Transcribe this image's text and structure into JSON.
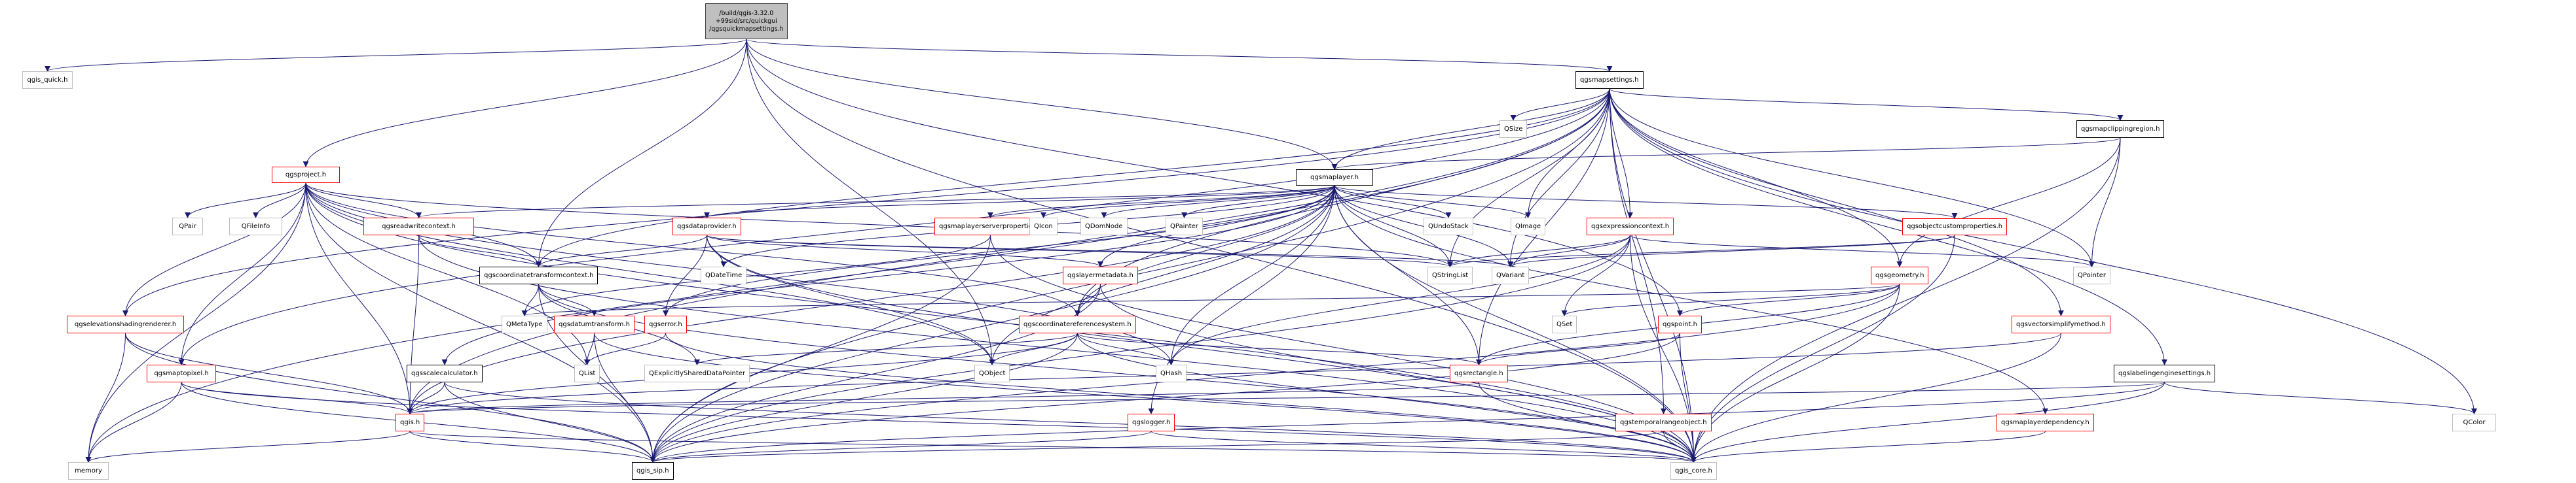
{
  "graph": {
    "title": "Include dependency graph for qgsquickmapsettings.h",
    "colors": {
      "edge": "#191970",
      "root_fill": "#bfbfbf",
      "documented_border": "#000000",
      "truncated_border": "#ff0000",
      "external_border": "#bfbfbf"
    },
    "nodes": [
      {
        "id": "root",
        "label": "/build/qgis-3.32.0\n+99sid/src/quickgui\n/qgsquickmapsettings.h",
        "kind": "root"
      },
      {
        "id": "qgis_quick",
        "label": "qgis_quick.h",
        "kind": "ext"
      },
      {
        "id": "qgsmapsettings",
        "label": "qgsmapsettings.h",
        "kind": "doc"
      },
      {
        "id": "qgsproject",
        "label": "qgsproject.h",
        "kind": "red"
      },
      {
        "id": "qgsmaplayer",
        "label": "qgsmaplayer.h",
        "kind": "doc"
      },
      {
        "id": "qgsmapclippingregion",
        "label": "qgsmapclippingregion.h",
        "kind": "doc"
      },
      {
        "id": "QSize",
        "label": "QSize",
        "kind": "ext"
      },
      {
        "id": "QPair",
        "label": "QPair",
        "kind": "ext"
      },
      {
        "id": "QFileInfo",
        "label": "QFileInfo",
        "kind": "ext"
      },
      {
        "id": "qgsreadwritecontext",
        "label": "qgsreadwritecontext.h",
        "kind": "red"
      },
      {
        "id": "qgsdataprovider",
        "label": "qgsdataprovider.h",
        "kind": "red"
      },
      {
        "id": "qgsmaplayerserverproperties",
        "label": "qgsmaplayerserverproperties.h",
        "kind": "red"
      },
      {
        "id": "QIcon",
        "label": "QIcon",
        "kind": "ext"
      },
      {
        "id": "QDomNode",
        "label": "QDomNode",
        "kind": "ext"
      },
      {
        "id": "QPainter",
        "label": "QPainter",
        "kind": "ext"
      },
      {
        "id": "QUndoStack",
        "label": "QUndoStack",
        "kind": "ext"
      },
      {
        "id": "QImage",
        "label": "QImage",
        "kind": "ext"
      },
      {
        "id": "qgsexpressioncontext",
        "label": "qgsexpressioncontext.h",
        "kind": "red"
      },
      {
        "id": "qgsobjectcustomproperties",
        "label": "qgsobjectcustomproperties.h",
        "kind": "red"
      },
      {
        "id": "QPointer",
        "label": "QPointer",
        "kind": "ext"
      },
      {
        "id": "qgscoordinatetransformcontext",
        "label": "qgscoordinatetransformcontext.h",
        "kind": "doc"
      },
      {
        "id": "QDateTime",
        "label": "QDateTime",
        "kind": "ext"
      },
      {
        "id": "qgslayermetadata",
        "label": "qgslayermetadata.h",
        "kind": "red"
      },
      {
        "id": "QStringList",
        "label": "QStringList",
        "kind": "ext"
      },
      {
        "id": "QVariant",
        "label": "QVariant",
        "kind": "ext"
      },
      {
        "id": "qgsgeometry",
        "label": "qgsgeometry.h",
        "kind": "red"
      },
      {
        "id": "qgselevationshadingrenderer",
        "label": "qgselevationshadingrenderer.h",
        "kind": "red"
      },
      {
        "id": "QMetaType",
        "label": "QMetaType",
        "kind": "ext"
      },
      {
        "id": "qgsdatumtransform",
        "label": "qgsdatumtransform.h",
        "kind": "red"
      },
      {
        "id": "qgserror",
        "label": "qgserror.h",
        "kind": "red"
      },
      {
        "id": "qgscoordinatereferencesystem",
        "label": "qgscoordinatereferencesystem.h",
        "kind": "red"
      },
      {
        "id": "QSet",
        "label": "QSet",
        "kind": "ext"
      },
      {
        "id": "qgspoint",
        "label": "qgspoint.h",
        "kind": "red"
      },
      {
        "id": "qgsvectorsimplifymethod",
        "label": "qgsvectorsimplifymethod.h",
        "kind": "red"
      },
      {
        "id": "qgsmaptopixel",
        "label": "qgsmaptopixel.h",
        "kind": "red"
      },
      {
        "id": "qgsscalecalculator",
        "label": "qgsscalecalculator.h",
        "kind": "doc"
      },
      {
        "id": "QList",
        "label": "QList",
        "kind": "ext"
      },
      {
        "id": "QExplicitlySharedDataPointer",
        "label": "QExplicitlySharedDataPointer",
        "kind": "ext"
      },
      {
        "id": "QObject",
        "label": "QObject",
        "kind": "ext"
      },
      {
        "id": "QHash",
        "label": "QHash",
        "kind": "ext"
      },
      {
        "id": "qgsrectangle",
        "label": "qgsrectangle.h",
        "kind": "red"
      },
      {
        "id": "qgslabelingenginesettings",
        "label": "qgslabelingenginesettings.h",
        "kind": "doc"
      },
      {
        "id": "QColor",
        "label": "QColor",
        "kind": "ext"
      },
      {
        "id": "qgis",
        "label": "qgis.h",
        "kind": "red"
      },
      {
        "id": "qgslogger",
        "label": "qgslogger.h",
        "kind": "red"
      },
      {
        "id": "qgstemporalrangeobject",
        "label": "qgstemporalrangeobject.h",
        "kind": "red"
      },
      {
        "id": "qgsmaplayerdependency",
        "label": "qgsmaplayerdependency.h",
        "kind": "red"
      },
      {
        "id": "memory",
        "label": "memory",
        "kind": "ext"
      },
      {
        "id": "qgis_sip",
        "label": "qgis_sip.h",
        "kind": "doc"
      },
      {
        "id": "qgis_core",
        "label": "qgis_core.h",
        "kind": "ext"
      }
    ],
    "edges": [
      [
        "root",
        "qgis_quick"
      ],
      [
        "root",
        "qgsmapsettings"
      ],
      [
        "root",
        "qgsproject"
      ],
      [
        "root",
        "qgsmaplayer"
      ],
      [
        "root",
        "qgscoordinatetransformcontext"
      ],
      [
        "root",
        "QObject"
      ],
      [
        "root",
        "qgspoint"
      ],
      [
        "root",
        "qgis_core"
      ],
      [
        "qgsmapsettings",
        "QSize"
      ],
      [
        "qgsmapsettings",
        "qgsmaplayer"
      ],
      [
        "qgsmapsettings",
        "qgsmapclippingregion"
      ],
      [
        "qgsmapsettings",
        "QImage"
      ],
      [
        "qgsmapsettings",
        "QStringList"
      ],
      [
        "qgsmapsettings",
        "QVariant"
      ],
      [
        "qgsmapsettings",
        "qgsexpressioncontext"
      ],
      [
        "qgsmapsettings",
        "QPointer"
      ],
      [
        "qgsmapsettings",
        "qgsgeometry"
      ],
      [
        "qgsmapsettings",
        "qgscoordinatetransformcontext"
      ],
      [
        "qgsmapsettings",
        "qgsrectangle"
      ],
      [
        "qgsmapsettings",
        "qgsmaptopixel"
      ],
      [
        "qgsmapsettings",
        "qgslabelingenginesettings"
      ],
      [
        "qgsmapsettings",
        "QColor"
      ],
      [
        "qgsmapsettings",
        "qgsvectorsimplifymethod"
      ],
      [
        "qgsmapsettings",
        "qgstemporalrangeobject"
      ],
      [
        "qgsmapsettings",
        "qgselevationshadingrenderer"
      ],
      [
        "qgsmapsettings",
        "qgis_core"
      ],
      [
        "qgsmapsettings",
        "qgis_sip"
      ],
      [
        "qgsmapsettings",
        "qgis"
      ],
      [
        "qgsmapsettings",
        "memory"
      ],
      [
        "qgsmapsettings",
        "qgscoordinatereferencesystem"
      ],
      [
        "qgsmapclippingregion",
        "qgsmaplayer"
      ],
      [
        "qgsmapclippingregion",
        "QPointer"
      ],
      [
        "qgsmapclippingregion",
        "qgsgeometry"
      ],
      [
        "qgsmapclippingregion",
        "qgis_core"
      ],
      [
        "qgsproject",
        "QPair"
      ],
      [
        "qgsproject",
        "QFileInfo"
      ],
      [
        "qgsproject",
        "qgsreadwritecontext"
      ],
      [
        "qgsproject",
        "qgscoordinatetransformcontext"
      ],
      [
        "qgsproject",
        "qgselevationshadingrenderer"
      ],
      [
        "qgsproject",
        "QStringList"
      ],
      [
        "qgsproject",
        "QList"
      ],
      [
        "qgsproject",
        "QObject"
      ],
      [
        "qgsproject",
        "qgis"
      ],
      [
        "qgsproject",
        "memory"
      ],
      [
        "qgsproject",
        "qgis_sip"
      ],
      [
        "qgsproject",
        "qgis_core"
      ],
      [
        "qgsproject",
        "QHash"
      ],
      [
        "qgsproject",
        "qgscoordinatereferencesystem"
      ],
      [
        "qgsproject",
        "qgsmaptopixel"
      ],
      [
        "qgsmaplayer",
        "qgsreadwritecontext"
      ],
      [
        "qgsmaplayer",
        "qgsdataprovider"
      ],
      [
        "qgsmaplayer",
        "qgsmaplayerserverproperties"
      ],
      [
        "qgsmaplayer",
        "QIcon"
      ],
      [
        "qgsmaplayer",
        "QDomNode"
      ],
      [
        "qgsmaplayer",
        "QPainter"
      ],
      [
        "qgsmaplayer",
        "QUndoStack"
      ],
      [
        "qgsmaplayer",
        "QImage"
      ],
      [
        "qgsmaplayer",
        "qgsobjectcustomproperties"
      ],
      [
        "qgsmaplayer",
        "qgslayermetadata"
      ],
      [
        "qgsmaplayer",
        "QStringList"
      ],
      [
        "qgsmaplayer",
        "QVariant"
      ],
      [
        "qgsmaplayer",
        "qgserror"
      ],
      [
        "qgsmaplayer",
        "qgscoordinatereferencesystem"
      ],
      [
        "qgsmaplayer",
        "QObject"
      ],
      [
        "qgsmaplayer",
        "QHash"
      ],
      [
        "qgsmaplayer",
        "qgsrectangle"
      ],
      [
        "qgsmaplayer",
        "qgslogger"
      ],
      [
        "qgsmaplayer",
        "qgsmaplayerdependency"
      ],
      [
        "qgsmaplayer",
        "QDateTime"
      ],
      [
        "qgsmaplayer",
        "qgsscalecalculator"
      ],
      [
        "qgsmaplayer",
        "qgis"
      ],
      [
        "qgsmaplayer",
        "qgis_sip"
      ],
      [
        "qgsmaplayer",
        "qgis_core"
      ],
      [
        "qgsreadwritecontext",
        "qgscoordinatetransformcontext"
      ],
      [
        "qgsreadwritecontext",
        "qgis"
      ],
      [
        "qgsreadwritecontext",
        "qgis_core"
      ],
      [
        "qgsdataprovider",
        "QDateTime"
      ],
      [
        "qgsdataprovider",
        "qgscoordinatetransformcontext"
      ],
      [
        "qgsdataprovider",
        "QObject"
      ],
      [
        "qgsdataprovider",
        "QStringList"
      ],
      [
        "qgsdataprovider",
        "QVariant"
      ],
      [
        "qgsdataprovider",
        "qgserror"
      ],
      [
        "qgsdataprovider",
        "qgslayermetadata"
      ],
      [
        "qgsdataprovider",
        "qgis_core"
      ],
      [
        "qgsmaplayerserverproperties",
        "QMetaType"
      ],
      [
        "qgsmaplayerserverproperties",
        "qgis_sip"
      ],
      [
        "qgsmaplayerserverproperties",
        "qgis_core"
      ],
      [
        "qgsexpressioncontext",
        "QStringList"
      ],
      [
        "qgsexpressioncontext",
        "QVariant"
      ],
      [
        "qgsexpressioncontext",
        "QSet"
      ],
      [
        "qgsexpressioncontext",
        "qgis_core"
      ],
      [
        "qgsexpressioncontext",
        "qgis_sip"
      ],
      [
        "qgsexpressioncontext",
        "QHash"
      ],
      [
        "qgsexpressioncontext",
        "QPointer"
      ],
      [
        "qgsobjectcustomproperties",
        "QVariant"
      ],
      [
        "qgsobjectcustomproperties",
        "QStringList"
      ],
      [
        "qgsobjectcustomproperties",
        "qgis_core"
      ],
      [
        "qgscoordinatetransformcontext",
        "QMetaType"
      ],
      [
        "qgscoordinatetransformcontext",
        "qgsdatumtransform"
      ],
      [
        "qgscoordinatetransformcontext",
        "QExplicitlySharedDataPointer"
      ],
      [
        "qgscoordinatetransformcontext",
        "qgis_core"
      ],
      [
        "qgscoordinatetransformcontext",
        "qgis_sip"
      ],
      [
        "qgslayermetadata",
        "qgscoordinatereferencesystem"
      ],
      [
        "qgslayermetadata",
        "qgis_core"
      ],
      [
        "qgslayermetadata",
        "qgis_sip"
      ],
      [
        "qgsgeometry",
        "QSet"
      ],
      [
        "qgsgeometry",
        "qgspoint"
      ],
      [
        "qgsgeometry",
        "qgsrectangle"
      ],
      [
        "qgsgeometry",
        "QMetaType"
      ],
      [
        "qgsgeometry",
        "qgis_core"
      ],
      [
        "qgsgeometry",
        "qgis_sip"
      ],
      [
        "qgselevationshadingrenderer",
        "memory"
      ],
      [
        "qgselevationshadingrenderer",
        "qgis"
      ],
      [
        "qgselevationshadingrenderer",
        "qgis_sip"
      ],
      [
        "qgsdatumtransform",
        "QList"
      ],
      [
        "qgsdatumtransform",
        "qgis_core"
      ],
      [
        "qgsdatumtransform",
        "qgis_sip"
      ],
      [
        "qgserror",
        "QList"
      ],
      [
        "qgserror",
        "qgis_core"
      ],
      [
        "qgscoordinatereferencesystem",
        "QObject"
      ],
      [
        "qgscoordinatereferencesystem",
        "QHash"
      ],
      [
        "qgscoordinatereferencesystem",
        "qgsrectangle"
      ],
      [
        "qgscoordinatereferencesystem",
        "QExplicitlySharedDataPointer"
      ],
      [
        "qgscoordinatereferencesystem",
        "qgis"
      ],
      [
        "qgscoordinatereferencesystem",
        "qgis_core"
      ],
      [
        "qgscoordinatereferencesystem",
        "qgis_sip"
      ],
      [
        "qgspoint",
        "qgsrectangle"
      ],
      [
        "qgspoint",
        "qgis_core"
      ],
      [
        "qgspoint",
        "qgis_sip"
      ],
      [
        "qgsvectorsimplifymethod",
        "qgis_core"
      ],
      [
        "qgsvectorsimplifymethod",
        "qgis"
      ],
      [
        "qgsmaptopixel",
        "qgis"
      ],
      [
        "qgsmaptopixel",
        "memory"
      ],
      [
        "qgsmaptopixel",
        "qgis_core"
      ],
      [
        "qgsmaptopixel",
        "qgis_sip"
      ],
      [
        "qgsscalecalculator",
        "qgis"
      ],
      [
        "qgsscalecalculator",
        "qgis_core"
      ],
      [
        "qgsscalecalculator",
        "qgis_sip"
      ],
      [
        "qgsrectangle",
        "qgis_core"
      ],
      [
        "qgsrectangle",
        "qgis"
      ],
      [
        "qgslabelingenginesettings",
        "QColor"
      ],
      [
        "qgslabelingenginesettings",
        "qgis"
      ],
      [
        "qgslabelingenginesettings",
        "qgis_core"
      ],
      [
        "qgslabelingenginesettings",
        "qgis_sip"
      ],
      [
        "qgis",
        "memory"
      ],
      [
        "qgis",
        "qgis_core"
      ],
      [
        "qgis",
        "qgis_sip"
      ],
      [
        "qgslogger",
        "qgis_core"
      ],
      [
        "qgslogger",
        "qgis_sip"
      ],
      [
        "qgstemporalrangeobject",
        "qgis_core"
      ],
      [
        "qgstemporalrangeobject",
        "qgis_sip"
      ],
      [
        "qgsmaplayerdependency",
        "qgis_core"
      ]
    ]
  }
}
